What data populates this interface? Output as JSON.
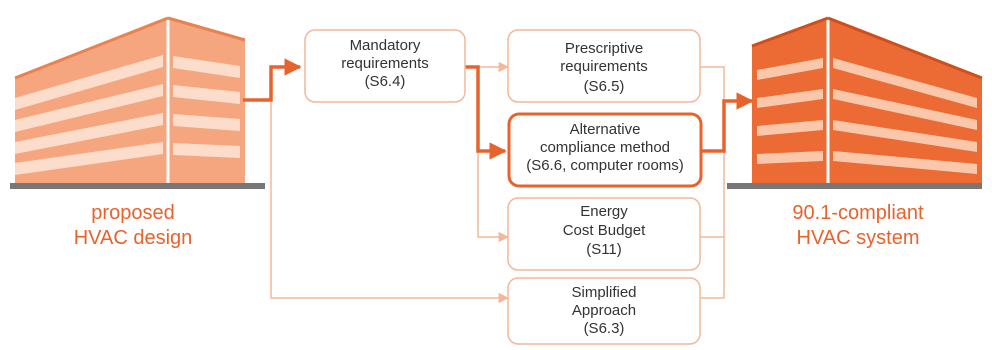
{
  "diagram": {
    "source_label": [
      "proposed",
      "HVAC design"
    ],
    "target_label": [
      "90.1-compliant",
      "HVAC system"
    ],
    "boxes": {
      "mandatory": [
        "Mandatory",
        "requirements",
        "(S6.4)"
      ],
      "prescriptive": [
        "Prescriptive",
        "requirements",
        "(S6.5)"
      ],
      "alternative": [
        "Alternative",
        "compliance method",
        "(S6.6, computer rooms)"
      ],
      "energy": [
        "Energy",
        "Cost Budget",
        "(S11)"
      ],
      "simplified": [
        "Simplified",
        "Approach",
        "(S6.3)"
      ]
    },
    "colors": {
      "accent": "#e8622c",
      "light_accent": "#f3b79a",
      "building_light": "#f5a67f",
      "building_dark": "#ec6a33",
      "ground": "#777777",
      "text": "#333333"
    },
    "icons": [
      "building-proposed-icon",
      "building-compliant-icon"
    ]
  }
}
